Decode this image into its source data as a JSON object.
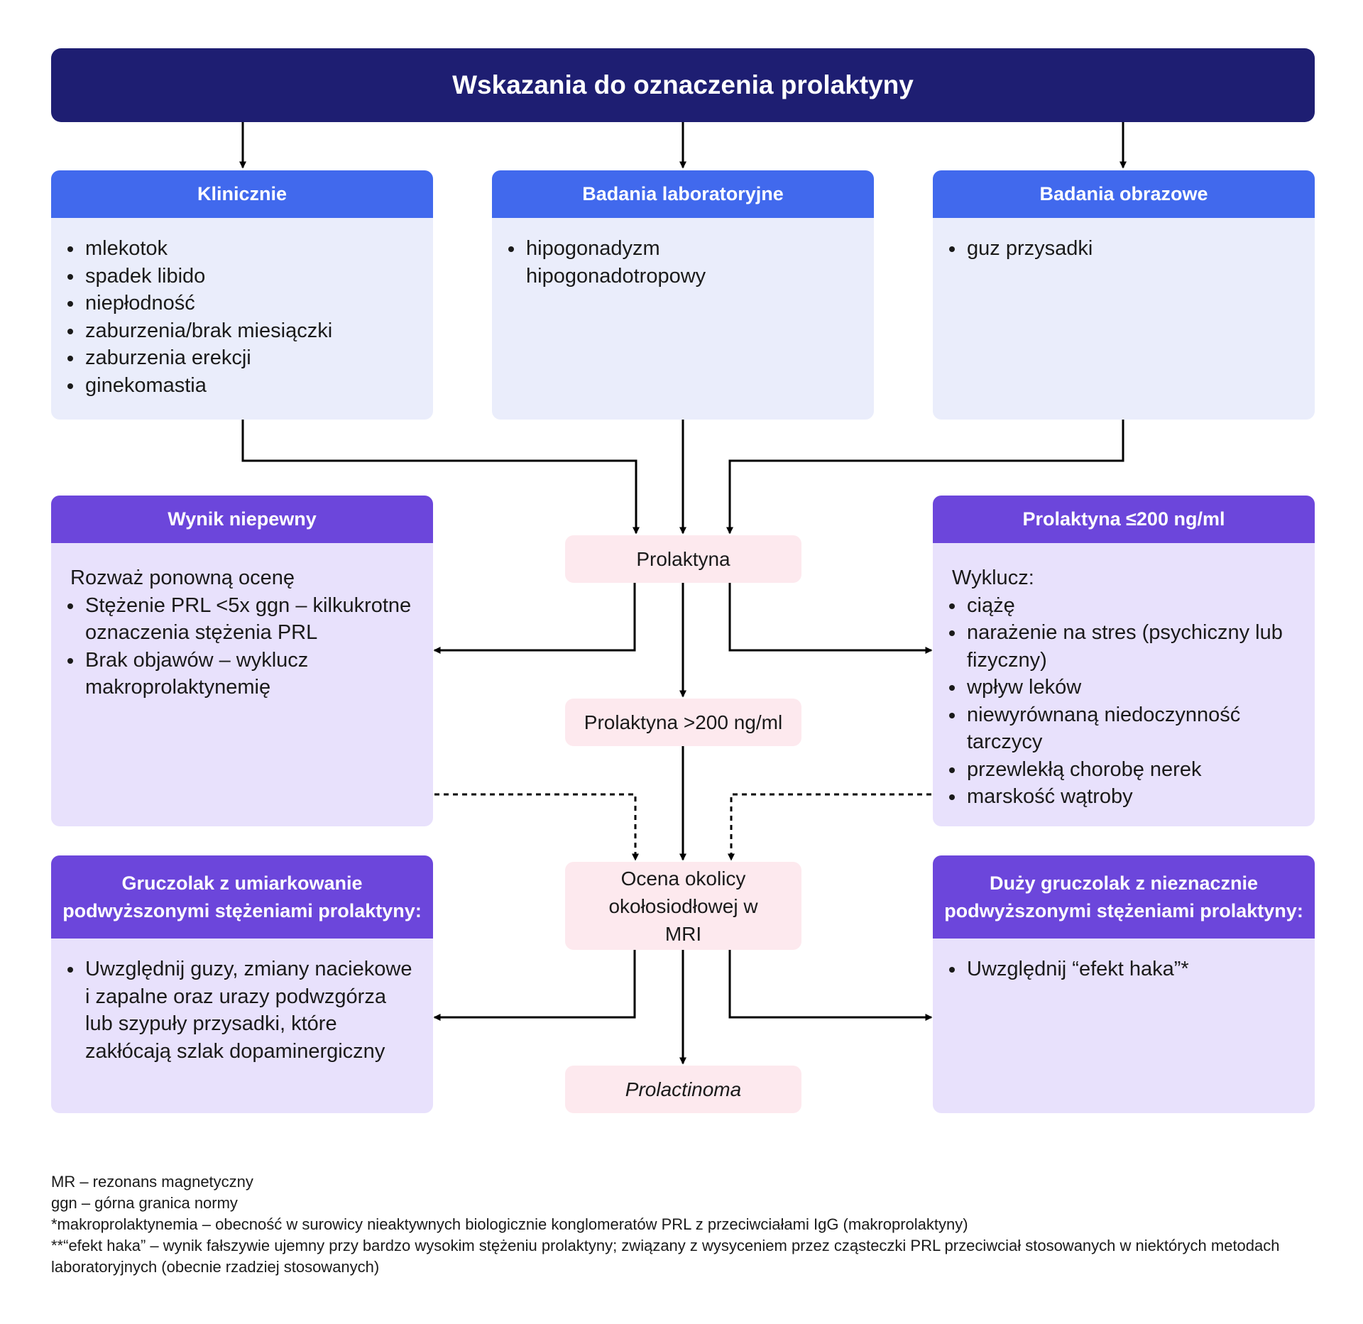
{
  "title": "Wskazania do oznaczenia prolaktyny",
  "top_boxes": [
    {
      "header": "Klinicznie",
      "items": [
        "mlekotok",
        "spadek libido",
        "niepłodność",
        "zaburzenia/brak miesiączki",
        "zaburzenia erekcji",
        "ginekomastia"
      ]
    },
    {
      "header": "Badania laboratoryjne",
      "items": [
        "hipogonadyzm hipogonadotropowy"
      ]
    },
    {
      "header": "Badania obrazowe",
      "items": [
        "guz przysadki"
      ]
    }
  ],
  "uncertain": {
    "header": "Wynik niepewny",
    "intro": "Rozważ ponowną ocenę",
    "items": [
      "Stężenie PRL <5x ggn – kilkukrotne oznaczenia stężenia PRL",
      "Brak objawów – wyklucz makroprolaktynemię"
    ]
  },
  "low_prl": {
    "header": "Prolaktyna ≤200 ng/ml",
    "intro": "Wyklucz:",
    "items": [
      "ciążę",
      "narażenie na stres (psychiczny lub fizyczny)",
      "wpływ leków",
      "niewyrównaną niedoczynność tarczycy",
      "przewlekłą chorobę nerek",
      "marskość wątroby"
    ]
  },
  "moderate_adenoma": {
    "header": "Gruczolak z umiarkowanie podwyższonymi stężeniami prolaktyny:",
    "items": [
      "Uwzględnij guzy, zmiany naciekowe i zapalne oraz urazy podwzgórza lub szypuły przysadki, które zakłócają szlak dopaminergiczny"
    ]
  },
  "large_adenoma": {
    "header": "Duży gruczolak z nieznacznie podwyższonymi stężeniami prolaktyny:",
    "items": [
      "Uwzględnij “efekt haka”*"
    ]
  },
  "center_nodes": {
    "prolaktyna": "Prolaktyna",
    "high": "Prolaktyna >200 ng/ml",
    "mri": "Ocena okolicy okołosiodłowej w MRI",
    "prolactinoma": "Prolactinoma"
  },
  "legend": [
    "MR  – rezonans magnetyczny",
    "ggn – górna granica normy",
    "*makroprolaktynemia – obecność w surowicy nieaktywnych biologicznie konglomeratów PRL z przeciwciałami IgG (makroprolaktyny)",
    "**“efekt haka” – wynik fałszywie ujemny przy bardzo wysokim stężeniu prolaktyny; związany z wysyceniem przez cząsteczki PRL przeciwciał stosowanych w niektórych metodach laboratoryjnych (obecnie rzadziej stosowanych)"
  ],
  "colors": {
    "title_bg": "#1e1e72",
    "blue_header": "#4169ed",
    "blue_body": "#eaedfb",
    "purple_header": "#6c46db",
    "purple_body": "#e8e1fc",
    "pink_node": "#fde9ee"
  }
}
